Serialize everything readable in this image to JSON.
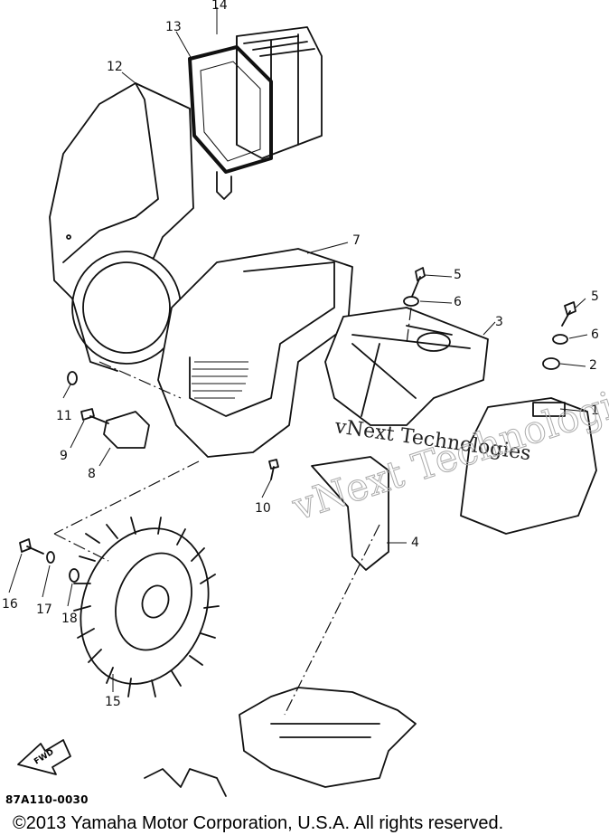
{
  "diagram": {
    "callouts": [
      "1",
      "2",
      "3",
      "4",
      "5",
      "6",
      "7",
      "8",
      "9",
      "10",
      "11",
      "12",
      "13",
      "14",
      "15",
      "16",
      "17",
      "18",
      "5",
      "6"
    ],
    "watermark_line1": "vNext Technologies",
    "watermark_outline": "vNext Technologies",
    "fwd_label": "FWD",
    "part_code": "87A110-0030",
    "copyright": "©2013 Yamaha Motor Corporation, U.S.A. All rights reserved."
  }
}
